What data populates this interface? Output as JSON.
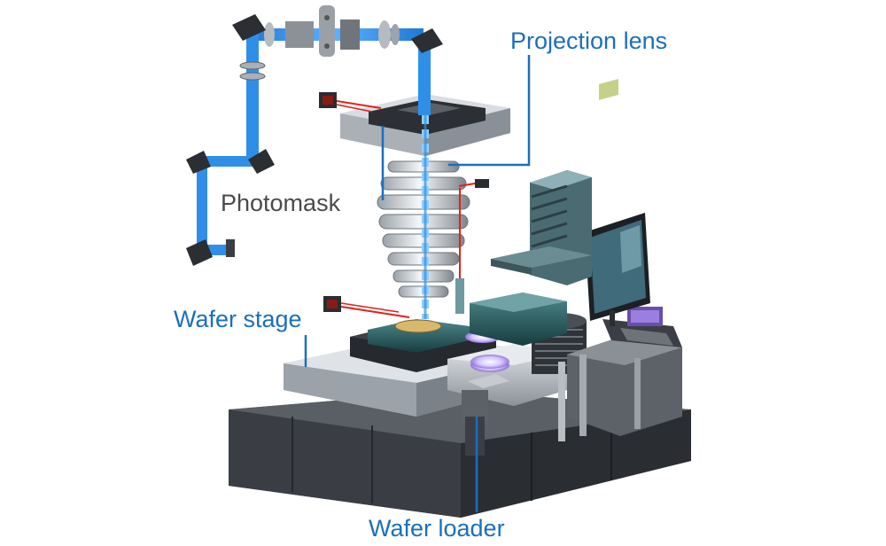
{
  "labels": {
    "projection_lens": "Projection lens",
    "photomask": "Photomask",
    "wafer_stage": "Wafer stage",
    "wafer_loader": "Wafer loader"
  },
  "colors": {
    "label_blue": "#1a6fbd",
    "label_gray": "#4a4a4a",
    "beam_blue": "#2f8fe8",
    "beam_light": "#8fd0ff",
    "laser_red": "#e0231a",
    "base_dark": "#3b3f45",
    "base_top": "#8e9399",
    "metal_light": "#c9cdd2",
    "metal_mid": "#9aa0a7",
    "teal_dark": "#1f4e52",
    "purple_accent": "#b59be6"
  },
  "icons": [
    "laser-source-icon",
    "mirror-icon",
    "lens-stack-icon",
    "wafer-icon",
    "monitor-icon"
  ]
}
